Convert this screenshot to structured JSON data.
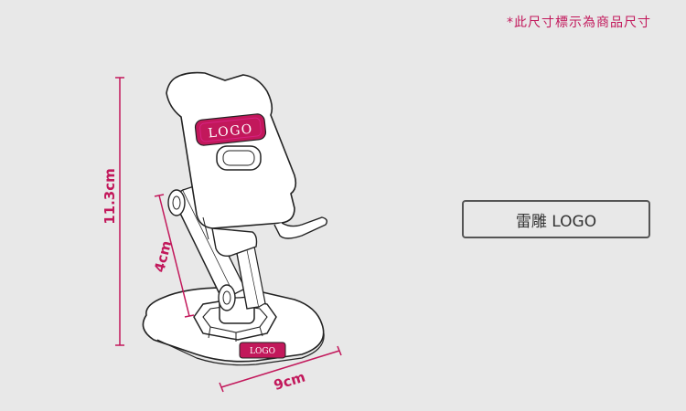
{
  "note_text": "*此尺寸標示為商品尺寸",
  "badge_text": "雷雕 LOGO",
  "logo_head_text": "LOGO",
  "logo_base_text": "LOGO",
  "dim_height": "11.3cm",
  "dim_arm": "4cm",
  "dim_width": "9cm",
  "colors": {
    "accent": "#c2185b",
    "background": "#e8e8e8",
    "product_fill": "#ffffff",
    "outline": "#222222"
  }
}
